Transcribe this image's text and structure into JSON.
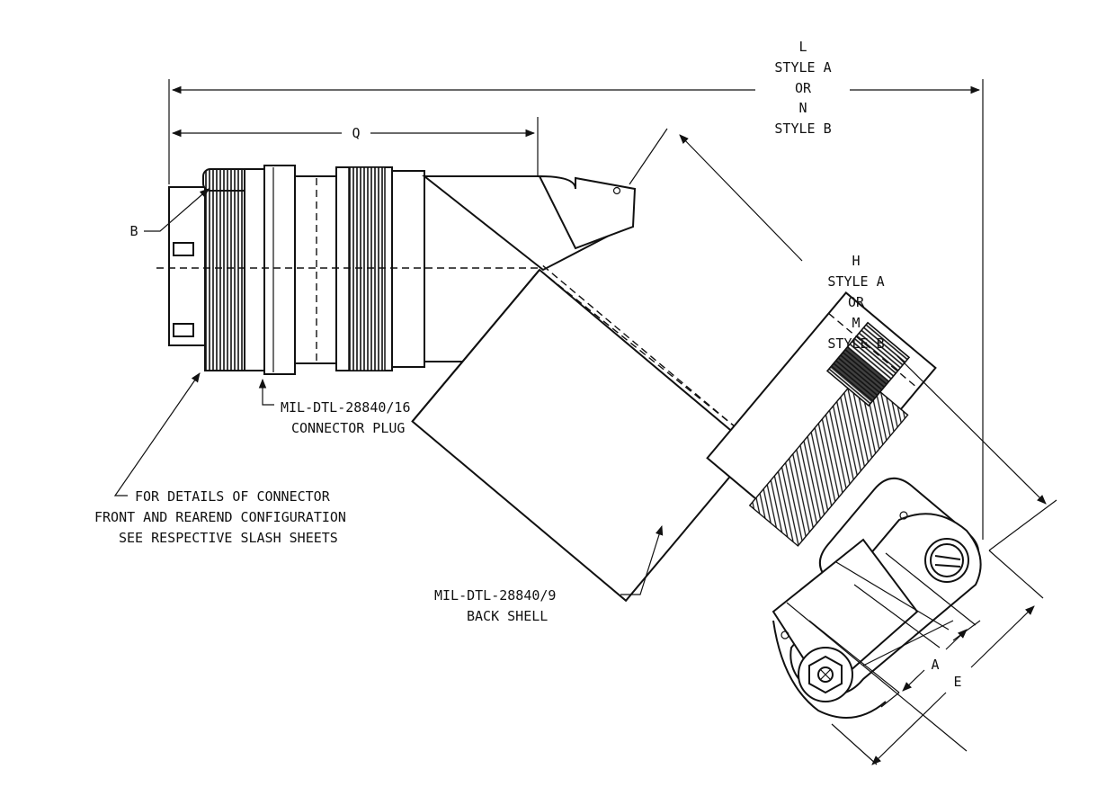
{
  "labels": {
    "overall_length": {
      "line1": "L",
      "line2": "STYLE A",
      "line3": "OR",
      "line4": "N",
      "line5": "STYLE B"
    },
    "q": "Q",
    "b": "B",
    "height": {
      "line1": "H",
      "line2": "STYLE A",
      "line3": "OR",
      "line4": "M",
      "line5": "STYLE B"
    },
    "plug": {
      "line1": "MIL-DTL-28840/16",
      "line2": "CONNECTOR PLUG"
    },
    "details_note": {
      "line1": "FOR DETAILS OF CONNECTOR",
      "line2": "FRONT AND REAREND CONFIGURATION",
      "line3": "SEE RESPECTIVE SLASH SHEETS"
    },
    "backshell": {
      "line1": "MIL-DTL-28840/9",
      "line2": "BACK SHELL"
    },
    "a": "A",
    "e": "E"
  }
}
